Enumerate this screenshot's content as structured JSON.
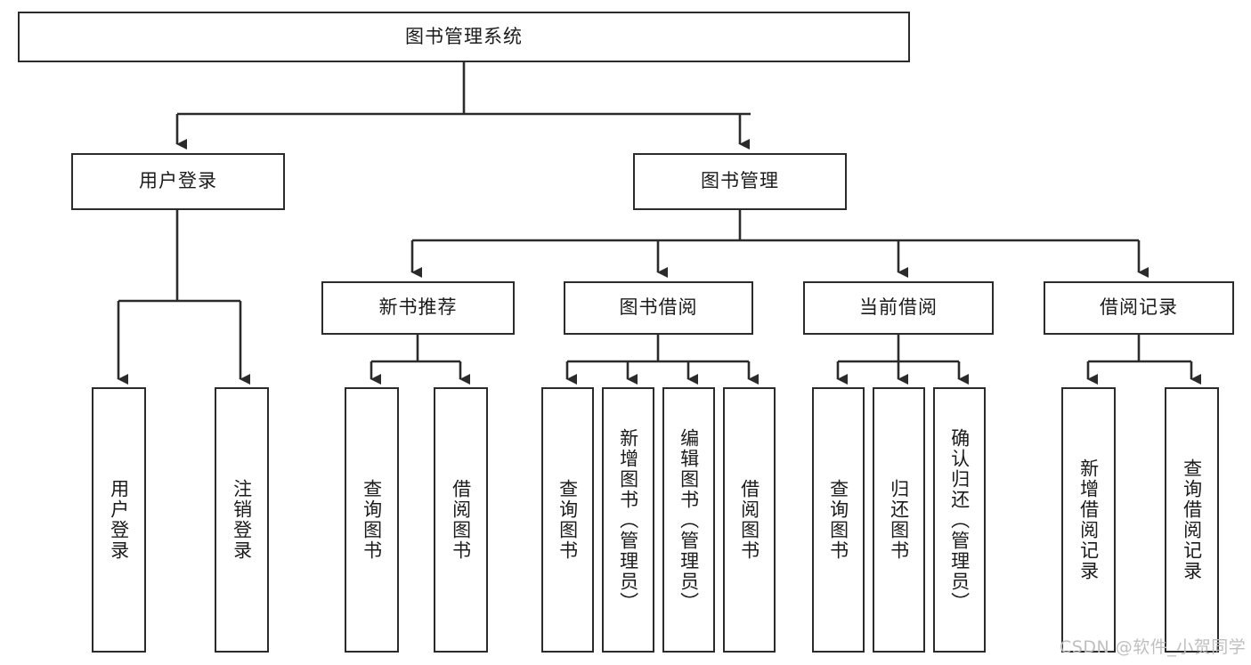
{
  "diagram": {
    "type": "tree-hierarchy",
    "title": "图书管理系统",
    "root": {
      "id": "root",
      "label": "图书管理系统"
    },
    "level2": [
      {
        "id": "user-login",
        "label": "用户登录"
      },
      {
        "id": "book-manage",
        "label": "图书管理"
      }
    ],
    "level3": [
      {
        "id": "new-book-rec",
        "label": "新书推荐",
        "parent": "book-manage"
      },
      {
        "id": "book-borrow",
        "label": "图书借阅",
        "parent": "book-manage"
      },
      {
        "id": "current-borrow",
        "label": "当前借阅",
        "parent": "book-manage"
      },
      {
        "id": "borrow-record",
        "label": "借阅记录",
        "parent": "book-manage"
      }
    ],
    "leaves": [
      {
        "id": "leaf-user-login",
        "label": "用户登录",
        "parent": "user-login"
      },
      {
        "id": "leaf-logout",
        "label": "注销登录",
        "parent": "user-login"
      },
      {
        "id": "leaf-query-book-1",
        "label": "查询图书",
        "parent": "new-book-rec"
      },
      {
        "id": "leaf-borrow-book-1",
        "label": "借阅图书",
        "parent": "new-book-rec"
      },
      {
        "id": "leaf-query-book-2",
        "label": "查询图书",
        "parent": "book-borrow"
      },
      {
        "id": "leaf-add-book",
        "label": "新增图书（管理员）",
        "parent": "book-borrow"
      },
      {
        "id": "leaf-edit-book",
        "label": "编辑图书（管理员）",
        "parent": "book-borrow"
      },
      {
        "id": "leaf-borrow-book-2",
        "label": "借阅图书",
        "parent": "book-borrow"
      },
      {
        "id": "leaf-query-book-3",
        "label": "查询图书",
        "parent": "current-borrow"
      },
      {
        "id": "leaf-return-book",
        "label": "归还图书",
        "parent": "current-borrow"
      },
      {
        "id": "leaf-confirm-return",
        "label": "确认归还（管理员）",
        "parent": "current-borrow"
      },
      {
        "id": "leaf-add-record",
        "label": "新增借阅记录",
        "parent": "borrow-record"
      },
      {
        "id": "leaf-query-record",
        "label": "查询借阅记录",
        "parent": "borrow-record"
      }
    ],
    "colors": {
      "box_border": "#2b2b2b",
      "box_fill": "#ffffff",
      "text": "#1b1b1b",
      "connector": "#2b2b2b",
      "watermark": "#bfbfbf",
      "background": "#ffffff"
    }
  },
  "watermark": {
    "text": "CSDN @软件_小贺同学"
  }
}
